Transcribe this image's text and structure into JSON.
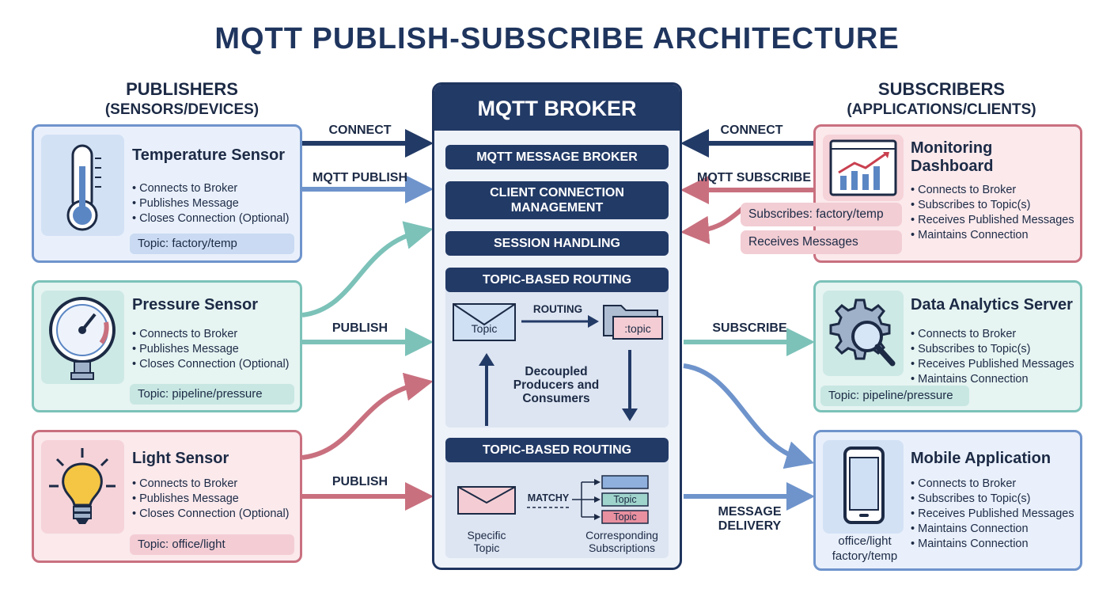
{
  "title": "MQTT PUBLISH-SUBSCRIBE ARCHITECTURE",
  "publishers": {
    "heading": "PUBLISHERS",
    "subheading": "(SENSORS/DEVICES)"
  },
  "subscribers": {
    "heading": "SUBSCRIBERS",
    "subheading": "(APPLICATIONS/CLIENTS)"
  },
  "publisher_cards": [
    {
      "title": "Temperature Sensor",
      "bullets": [
        "Connects to Broker",
        "Publishes Message",
        "Closes Connection (Optional)"
      ],
      "topic": "Topic: factory/temp",
      "icon": "thermometer-icon"
    },
    {
      "title": "Pressure Sensor",
      "bullets": [
        "Connects to Broker",
        "Publishes Message",
        "Closes Connection (Optional)"
      ],
      "topic": "Topic: pipeline/pressure",
      "icon": "pressure-gauge-icon"
    },
    {
      "title": "Light Sensor",
      "bullets": [
        "Connects to Broker",
        "Publishes Message",
        "Closes Connection (Optional)"
      ],
      "topic": "Topic: office/light",
      "icon": "light-bulb-icon"
    }
  ],
  "subscriber_cards": [
    {
      "title_line1": "Monitoring",
      "title_line2": "Dashboard",
      "bullets": [
        "Connects to Broker",
        "Subscribes to Topic(s)",
        "Receives Published Messages",
        "Maintains Connection"
      ],
      "icon": "dashboard-chart-icon"
    },
    {
      "title": "Data Analytics Server",
      "bullets": [
        "Connects to Broker",
        "Subscribes to Topic(s)",
        "Receives Published Messages",
        "Maintains Connection"
      ],
      "topic": "Topic: pipeline/pressure",
      "icon": "gear-magnifier-icon"
    },
    {
      "title": "Mobile Application",
      "bullets": [
        "Connects to Broker",
        "Subscribes to Topic(s)",
        "Receives Published Messages",
        "Maintains Connection",
        "Maintains Connection"
      ],
      "topics": [
        "office/light",
        "factory/temp"
      ],
      "icon": "smartphone-icon"
    }
  ],
  "pills": {
    "subscribes": "Subscribes: factory/temp",
    "receives": "Receives Messages"
  },
  "arrow_labels": {
    "left_connect": "CONNECT",
    "left_mqtt_publish": "MQTT PUBLISH",
    "pressure_publish": "PUBLISH",
    "light_publish": "PUBLISH",
    "right_connect": "CONNECT",
    "right_mqtt_subscribe": "MQTT SUBSCRIBE",
    "right_subscribe": "SUBSCRIBE",
    "message_delivery_line1": "MESSAGE",
    "message_delivery_line2": "DELIVERY"
  },
  "broker": {
    "title": "MQTT BROKER",
    "bars": [
      "MQTT MESSAGE BROKER",
      "CLIENT CONNECTION MANAGEMENT",
      "SESSION HANDLING",
      "TOPIC-BASED ROUTING",
      "TOPIC-BASED ROUTING"
    ],
    "routing": {
      "envelope_label": "Topic",
      "arrow_label": "ROUTING",
      "folder_label": ":topic",
      "center_text": [
        "Decoupled",
        "Producers and",
        "Consumers"
      ]
    },
    "matching": {
      "match_label": "MATCHY",
      "topic_boxes": [
        "Topic",
        "Topic"
      ],
      "left_caption": [
        "Specific",
        "Topic"
      ],
      "right_caption": [
        "Corresponding",
        "Subscriptions"
      ]
    }
  },
  "colors": {
    "navy": "#223a66",
    "blue": "#6f94cc",
    "teal": "#7cc2b9",
    "red": "#c9707f"
  }
}
